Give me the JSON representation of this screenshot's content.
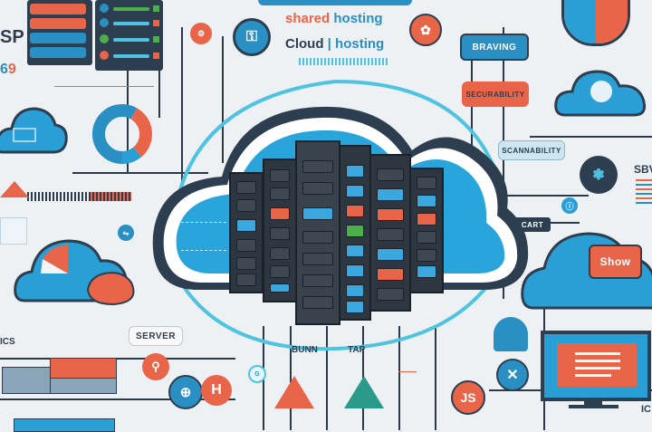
{
  "headline": {
    "line1_part1": "shared",
    "line1_part2": "hosting",
    "line2_part1": "Cloud",
    "line2_sep": "|",
    "line2_part2": "hosting"
  },
  "labels": {
    "braving": "BRAVING",
    "security": "SECURABILITY",
    "scannability": "SCANNABILITY",
    "server": "SERVER",
    "show": "Show",
    "cart": "CART",
    "sbv": "SBV",
    "sp": "SP",
    "ics": "ICS",
    "bunn": "BUNN",
    "nap": "TAP",
    "js": "JS",
    "h": "H",
    "ic": "IC",
    "nine": "9",
    "six": "6"
  },
  "icons": {
    "top_left_circle": "key-icon",
    "top_orange_circle": "settings-icon",
    "center_top_orange": "bug-icon",
    "brain_circle": "brain-icon",
    "globe_circle": "globe-icon",
    "h_circle": "h-icon",
    "x_circle": "close-icon"
  },
  "colors": {
    "accent_blue": "#2a9fd6",
    "accent_orange": "#e8654a",
    "dark_navy": "#2b3a48",
    "background": "#eef1f3",
    "green": "#4cb04a"
  }
}
